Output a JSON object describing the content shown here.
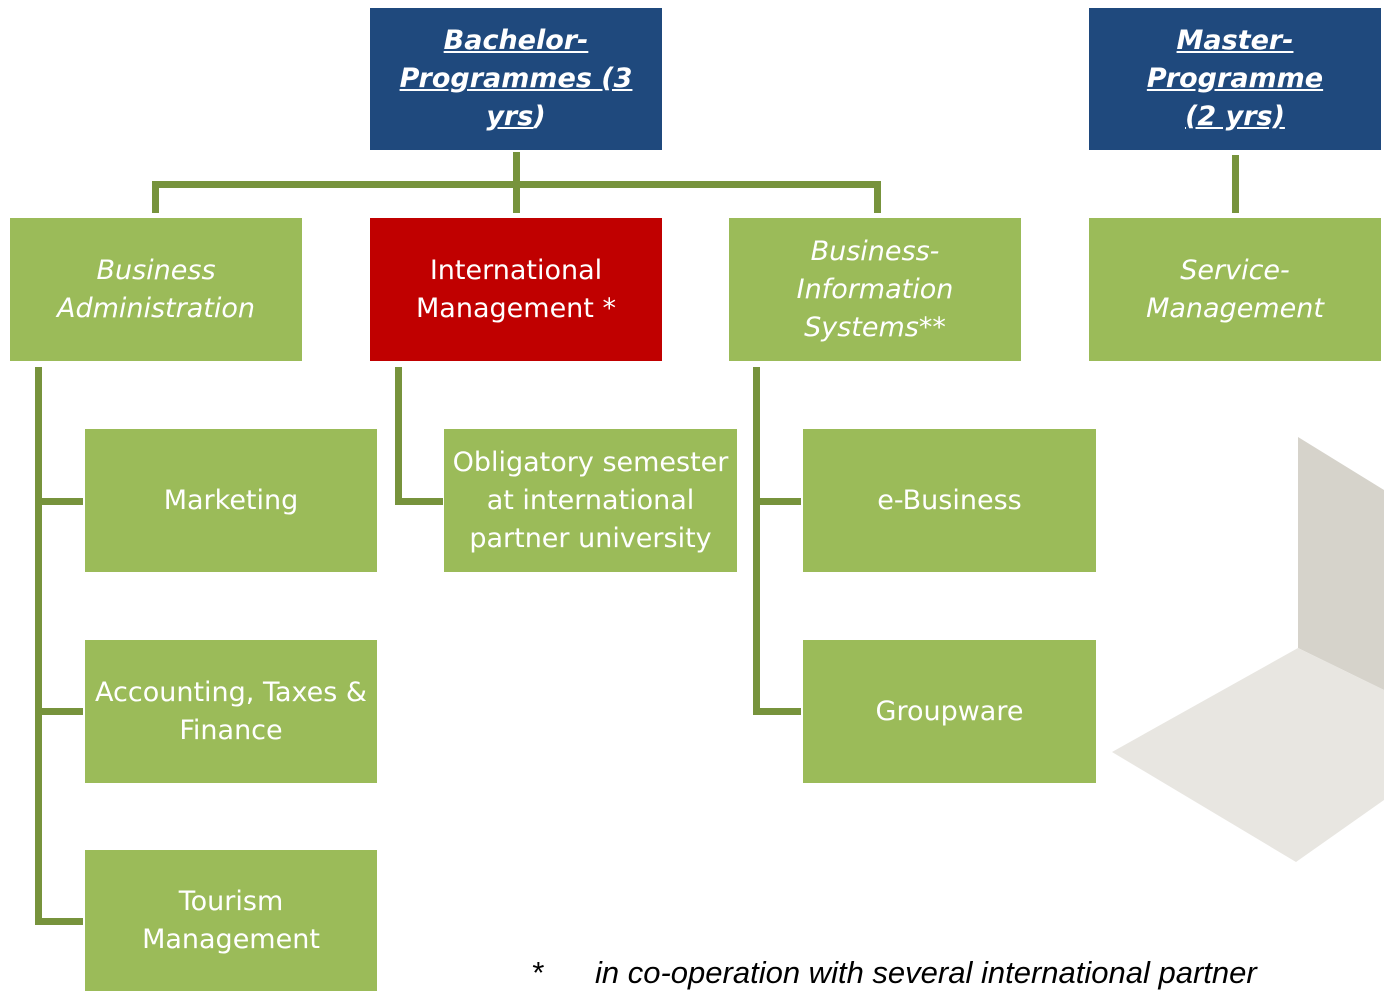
{
  "bachelor": {
    "line1": "Bachelor-",
    "line2": "Programmes (3 yrs",
    "line2_tail": ")"
  },
  "master": {
    "line1": "Master-Programme",
    "line2": "(2 yrs)"
  },
  "programmes": {
    "business_administration": [
      "Business",
      "Administration"
    ],
    "international_management": [
      "International",
      "Management *"
    ],
    "business_information_systems": [
      "Business-",
      "Information",
      "Systems**"
    ],
    "service_management": [
      "Service-",
      "Management"
    ]
  },
  "specialisations": {
    "marketing": [
      "Marketing"
    ],
    "accounting": [
      "Accounting, Taxes &",
      "Finance"
    ],
    "tourism": [
      "Tourism",
      "Management"
    ],
    "obligatory_semester": [
      "Obligatory semester",
      "at international",
      "partner university"
    ],
    "e_business": [
      "e-Business"
    ],
    "groupware": [
      "Groupware"
    ]
  },
  "footnote": {
    "marker": "*",
    "text": "in co-operation with several international partner"
  },
  "colors": {
    "navy": "#1f497d",
    "green": "#9bbb59",
    "red": "#c00000",
    "connector": "#77933c"
  }
}
